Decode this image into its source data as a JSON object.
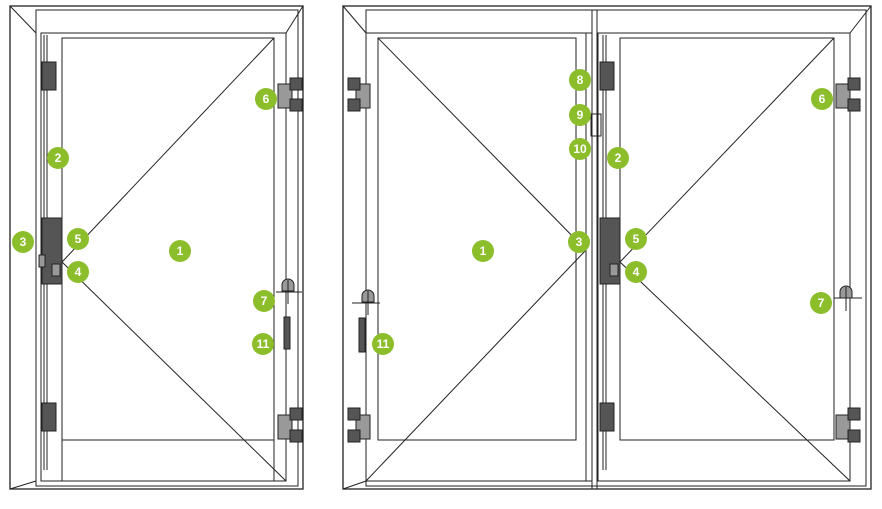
{
  "colors": {
    "badge": "#8cbe2b",
    "line": "#222222",
    "hardware": "#555555"
  },
  "badges": [
    "1",
    "2",
    "3",
    "4",
    "5",
    "6",
    "7",
    "8",
    "9",
    "10",
    "11"
  ],
  "left_door": {
    "labels": {
      "glass": "1",
      "frame": "2",
      "lock_side": "3",
      "keeper": "4",
      "lock_case": "5",
      "hinge": "6",
      "handle": "7",
      "grip": "11"
    }
  },
  "right_door": {
    "labels": {
      "glass_left": "1",
      "center_keeper": "3",
      "top_keeper": "8",
      "latch": "9",
      "bolt": "10",
      "frame": "2",
      "lock_case": "5",
      "keeper": "4",
      "hinge": "6",
      "handle": "7",
      "grip": "11"
    }
  }
}
